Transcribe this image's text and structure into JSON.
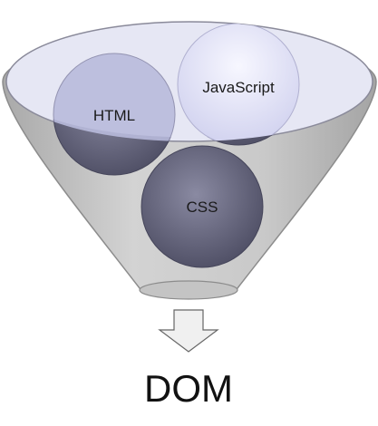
{
  "funnel": {
    "inputs": [
      {
        "label": "HTML"
      },
      {
        "label": "JavaScript"
      },
      {
        "label": "CSS"
      }
    ],
    "output": {
      "label": "DOM"
    }
  },
  "colors": {
    "funnel_body": "#c8c8c8",
    "funnel_stroke": "#8c8c8c",
    "rim_fill": "#e6e7f4",
    "ball_dark": "#5a5a70",
    "ball_light": "#ececff",
    "arrow_fill": "#f0f0f0",
    "arrow_stroke": "#666666"
  }
}
